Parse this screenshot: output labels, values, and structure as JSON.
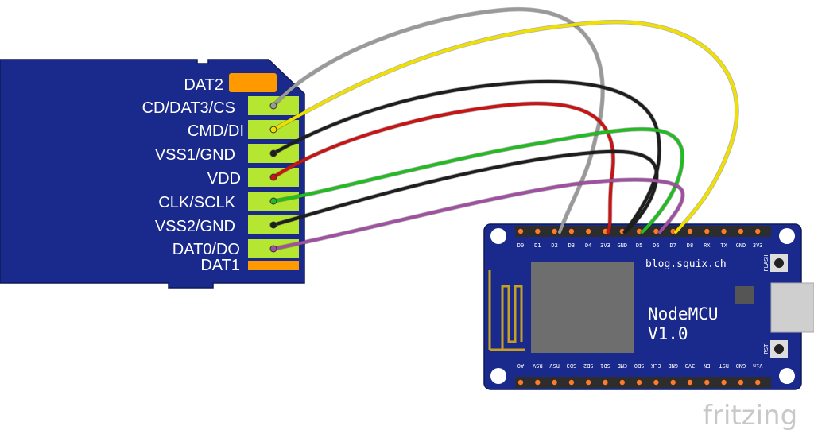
{
  "sd_card": {
    "pins": [
      {
        "label": "DAT2"
      },
      {
        "label": "CD/DAT3/CS"
      },
      {
        "label": "CMD/DI"
      },
      {
        "label": "VSS1/GND"
      },
      {
        "label": "VDD"
      },
      {
        "label": "CLK/SCLK"
      },
      {
        "label": "VSS2/GND"
      },
      {
        "label": "DAT0/DO"
      },
      {
        "label": "DAT1"
      }
    ]
  },
  "nodemcu": {
    "title_line1": "NodeMCU",
    "title_line2": "V1.0",
    "url": "blog.squix.ch",
    "flash_label": "FLASH",
    "rst_label": "RST",
    "top_header": [
      "D0",
      "D1",
      "D2",
      "D3",
      "D4",
      "3V3",
      "GND",
      "D5",
      "D6",
      "D7",
      "D8",
      "RX",
      "TX",
      "GND",
      "3V3"
    ],
    "bottom_header": [
      "A0",
      "RSV",
      "RSV",
      "SD3",
      "SD2",
      "SD1",
      "CMD",
      "SDO",
      "CLK",
      "GND",
      "3V3",
      "EN",
      "RST",
      "GND",
      "Vin"
    ]
  },
  "wires": [
    {
      "from": "CD/DAT3/CS",
      "to": "D2",
      "color": "#999999"
    },
    {
      "from": "CMD/DI",
      "to": "D7",
      "color": "#f0e000"
    },
    {
      "from": "VSS1/GND",
      "to": "GND",
      "color": "#1e1e1e"
    },
    {
      "from": "VDD",
      "to": "3V3",
      "color": "#c81414"
    },
    {
      "from": "CLK/SCLK",
      "to": "D5",
      "color": "#22bb22"
    },
    {
      "from": "VSS2/GND",
      "to": "GND",
      "color": "#1e1e1e"
    },
    {
      "from": "DAT0/DO",
      "to": "D6",
      "color": "#a050a0"
    }
  ],
  "colors": {
    "board_blue": "#1a2a8c",
    "pin_green": "#b4e632",
    "pin_orange": "#ff9900",
    "chip_gray": "#6e6e6e",
    "antenna_gold": "#c8a020"
  },
  "watermark": "fritzing"
}
